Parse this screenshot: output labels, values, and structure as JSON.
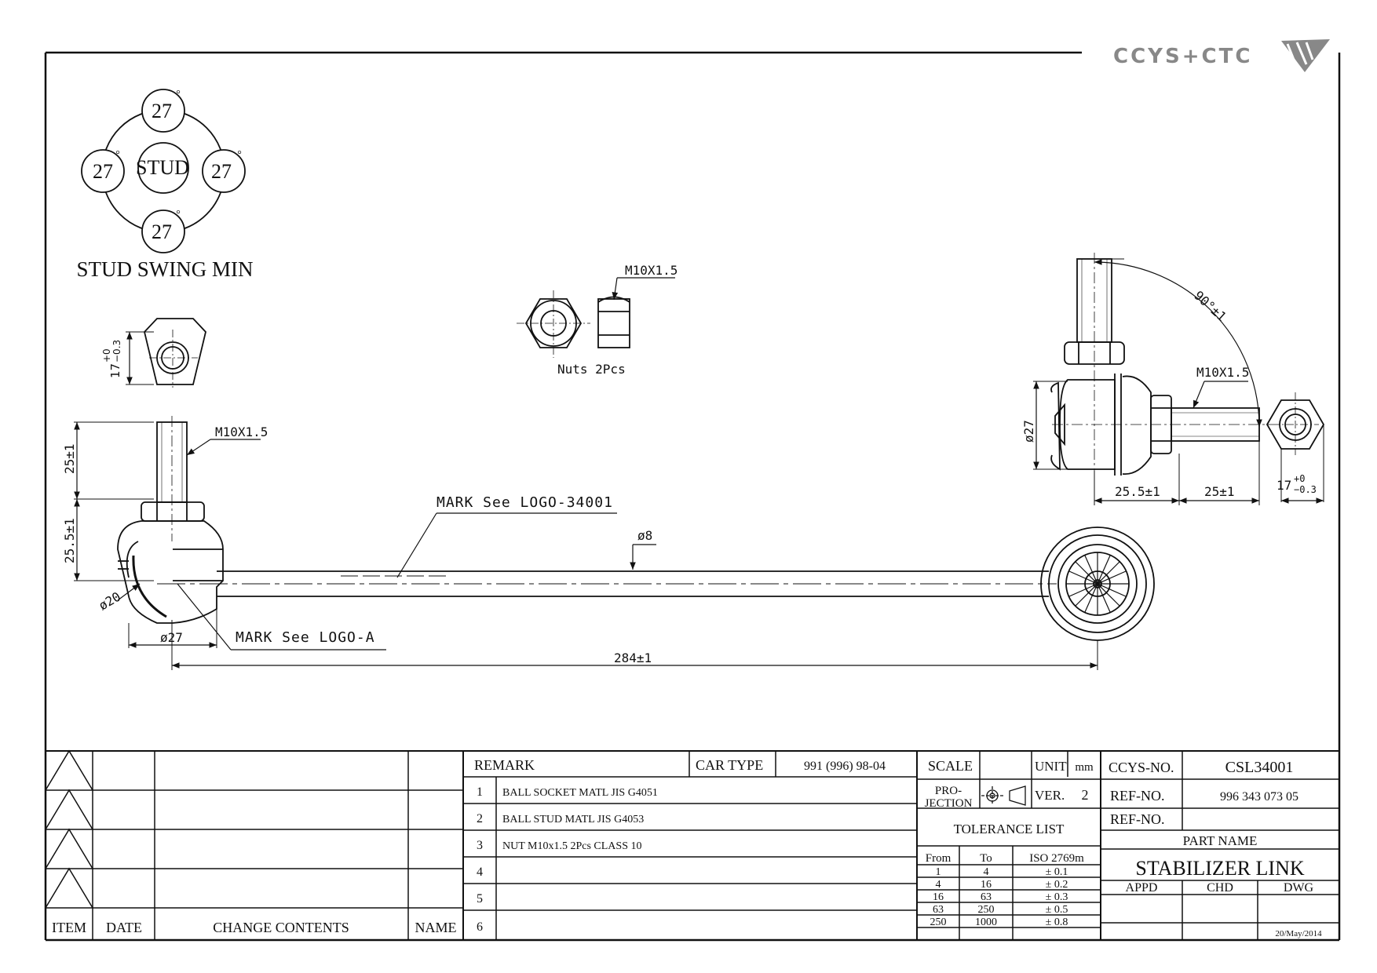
{
  "brand": {
    "text": "CCYS+CTC"
  },
  "stud_swing": {
    "title": "STUD SWING MIN",
    "center_label": "STUD",
    "angles": [
      "27",
      "27",
      "27",
      "27"
    ],
    "degree_mark": "°"
  },
  "dimensions": {
    "nut_hex_left": "17",
    "tol_plus": "+0",
    "tol_minus": "−0.3",
    "thread_left": "M10X1.5",
    "thread_nuts": "M10X1.5",
    "nuts_label": "Nuts 2Pcs",
    "thread_right": "M10X1.5",
    "stud_length_left": "25±1",
    "socket_height_left": "25.5±1",
    "ball_dia": "ø20",
    "socket_dia": "ø27",
    "rod_dia": "ø8",
    "overall_length": "284±1",
    "mark_logo_rod": "MARK See LOGO-34001",
    "mark_logo_a": "MARK See LOGO-A",
    "swing_angle": "90°±1",
    "socket_dia_right": "ø27",
    "socket_len_right": "25.5±1",
    "stud_len_right": "25±1",
    "nut_hex_right": "17"
  },
  "revision_table": {
    "headers": {
      "item": "ITEM",
      "date": "DATE",
      "change": "CHANGE CONTENTS",
      "name": "NAME"
    }
  },
  "remark_table": {
    "remark_label": "REMARK",
    "car_type_label": "CAR TYPE",
    "car_type_value": "991 (996)  98-04",
    "rows": [
      {
        "no": "1",
        "text": "BALL SOCKET MATL JIS G4051"
      },
      {
        "no": "2",
        "text": "BALL STUD MATL JIS G4053"
      },
      {
        "no": "3",
        "text": "NUT M10x1.5 2Pcs CLASS 10"
      },
      {
        "no": "4",
        "text": ""
      },
      {
        "no": "5",
        "text": ""
      },
      {
        "no": "6",
        "text": ""
      }
    ]
  },
  "scale_block": {
    "scale_label": "SCALE",
    "unit_label": "UNIT",
    "unit_value": "mm",
    "projection_label_1": "PRO-",
    "projection_label_2": "JECTION",
    "ver_label": "VER.",
    "ver_value": "2",
    "tolerance_title": "TOLERANCE LIST",
    "tol_headers": {
      "from": "From",
      "to": "To",
      "iso": "ISO 2769m"
    },
    "tol_rows": [
      {
        "from": "1",
        "to": "4",
        "tol": "± 0.1"
      },
      {
        "from": "4",
        "to": "16",
        "tol": "± 0.2"
      },
      {
        "from": "16",
        "to": "63",
        "tol": "± 0.3"
      },
      {
        "from": "63",
        "to": "250",
        "tol": "± 0.5"
      },
      {
        "from": "250",
        "to": "1000",
        "tol": "± 0.8"
      }
    ]
  },
  "title_block": {
    "ccys_label": "CCYS-NO.",
    "ccys_value": "CSL34001",
    "ref_label_1": "REF-NO.",
    "ref_value_1": "996 343 073 05",
    "ref_label_2": "REF-NO.",
    "ref_value_2": "",
    "part_name_label": "PART NAME",
    "part_name": "STABILIZER LINK",
    "appd": "APPD",
    "chd": "CHD",
    "dwg": "DWG",
    "date": "20/May/2014"
  }
}
